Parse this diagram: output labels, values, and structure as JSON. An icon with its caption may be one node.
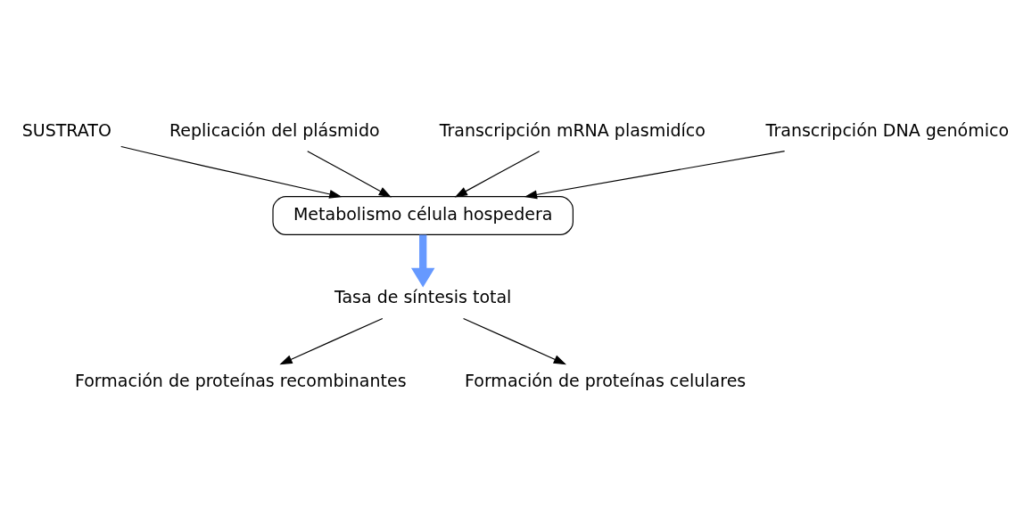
{
  "diagram": {
    "nodes": [
      {
        "text": [
          "SUSTRATO"
        ]
      },
      {
        "text": [
          "Replicación del plásmido"
        ]
      },
      {
        "text": [
          "Transcripción mRNA plasmidíco"
        ]
      },
      {
        "text": [
          "Metabolismo célula hospedera"
        ]
      },
      {
        "text": [
          "Transcripción DNA genómico"
        ]
      },
      {
        "text": [
          "Tasa de síntesis total"
        ]
      },
      {
        "text": [
          "Formación de proteínas recombinantes"
        ]
      },
      {
        "text": [
          "Formación de proteínas celulares"
        ]
      }
    ],
    "edges": [
      {
        "from": 0,
        "to": 3,
        "arrow": "to"
      },
      {
        "from": 1,
        "to": 3,
        "arrow": "to"
      },
      {
        "from": 2,
        "to": 3,
        "arrow": "to"
      },
      {
        "from": 4,
        "to": 3,
        "arrow": "to"
      },
      {
        "from": 3,
        "to": 5,
        "arrow": "to",
        "style": "thick",
        "color": "#6699ff"
      },
      {
        "from": 5,
        "to": 6,
        "arrow": "to"
      },
      {
        "from": 5,
        "to": 7,
        "arrow": "to"
      }
    ]
  }
}
